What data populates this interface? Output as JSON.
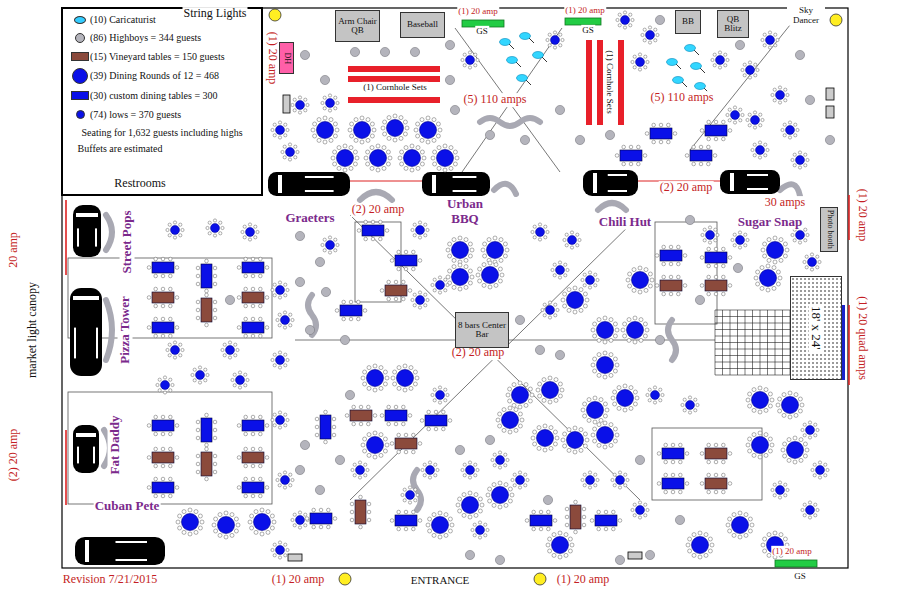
{
  "diagram": {
    "nodes": [
      {
        "text": [
          "Arm Chair QB"
        ]
      },
      {
        "text": [
          "Baseball"
        ]
      },
      {
        "text": [
          "BB"
        ]
      },
      {
        "text": [
          "QB Blitz"
        ]
      },
      {
        "text": [
          "DH"
        ]
      },
      {
        "text": [
          "Photo booth"
        ]
      },
      {
        "text": [
          "18' x 24'"
        ]
      },
      {
        "text": [
          "8 bars Center Bar"
        ]
      }
    ],
    "labels": [
      "String Lights",
      "Seating for 1,632 guests including highs",
      "Buffets are estimated",
      "Restrooms",
      "(1) 20 amp",
      "(1) 20 amp",
      "GS",
      "(1) 20 amp",
      "GS",
      "(1) Cornhole Sets",
      "(1) Cornhole Sets",
      "(5) 110 amps",
      "(5) 110 amps",
      "Sky Dancer",
      "Graeters",
      "(2) 20 amp",
      "Urban BBQ",
      "Chili Hut",
      "(2) 20 amp",
      "30 amps",
      "Sugar Snap",
      "(1) 20 amp",
      "(1) 20 quad amps",
      "Street Pops",
      "Pizza Tower",
      "Fat Daddy",
      "Cuban Pete",
      "20 amp",
      "market light canopy",
      "(2) 20 amp",
      "(2) 20 amp",
      "Revision 7/21/2015",
      "(1) 20 amp",
      "ENTRANCE",
      "(1) 20 amp",
      "(1) 20 amp",
      "GS"
    ],
    "legend": [
      {
        "text": "(10) Caricaturist",
        "color": "#33ccff"
      },
      {
        "text": "(86) Highboys = 344 guests",
        "color": "#b4b4bc"
      },
      {
        "text": "(15) Vineyard tables = 150 guests",
        "color": "#8b4a3c"
      },
      {
        "text": "(39) Dining Rounds of 12 = 468",
        "color": "#0a10e8"
      },
      {
        "text": "(30) custom dining tables = 300",
        "color": "#0a10e8"
      },
      {
        "text": "(74) lows = 370 guests",
        "color": "#0a10e8"
      }
    ]
  }
}
